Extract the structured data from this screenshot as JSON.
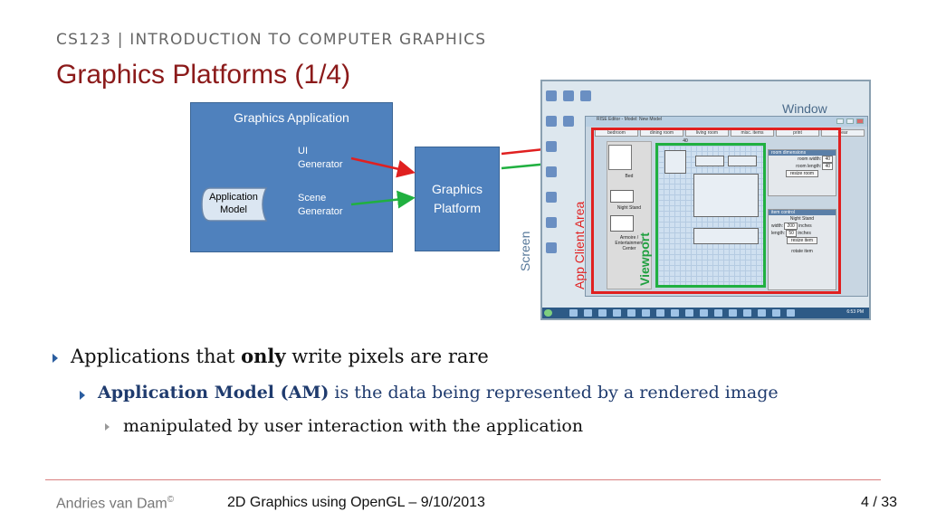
{
  "header": {
    "course": "CS123 | INTRODUCTION TO COMPUTER GRAPHICS",
    "title": "Graphics Platforms (1/4)"
  },
  "diagram": {
    "app_title": "Graphics Application",
    "ui_generator": [
      "UI",
      "Generator"
    ],
    "scene_generator": [
      "Scene",
      "Generator"
    ],
    "app_model": [
      "Application",
      "Model"
    ],
    "platform": [
      "Graphics",
      "Platform"
    ],
    "colors": {
      "box": "#4f81bd",
      "red_arrow": "#e02020",
      "green_arrow": "#20b040"
    }
  },
  "screenshot": {
    "screen_label": "Screen",
    "window_label": "Window",
    "client_area_label": "App Client Area",
    "viewport_label": "Viewport",
    "window_title": "RISE Editor - Model: New Model",
    "menu": [
      "bedroom",
      "dining room",
      "living room",
      "misc. items",
      "print",
      "clear"
    ],
    "viewport_top_label": "40",
    "left_panel": [
      "Bed",
      "Night Stand",
      "Armoire / Entertainment Center"
    ],
    "room_dimensions": {
      "header": "room dimensions",
      "width_label": "room width:",
      "width_value": "40",
      "length_label": "room length:",
      "length_value": "40",
      "button": "resize room"
    },
    "item_control": {
      "header": "item control",
      "item_name": "Night Stand",
      "width_label": "width:",
      "width_value": "200",
      "length_label": "length:",
      "length_value": "50",
      "unit": "inches",
      "button": "resize item",
      "rotate": "rotate item"
    },
    "clock": "6:53 PM"
  },
  "bullets": {
    "b1_pre": "Applications that ",
    "b1_bold": "only",
    "b1_post": " write pixels are rare",
    "b2_bold": "Application Model (AM)",
    "b2_post": " is the data being represented by a rendered image",
    "b3": "manipulated by user interaction with the application"
  },
  "footer": {
    "author": "Andries van Dam",
    "copyright": "©",
    "subtitle": "2D Graphics using OpenGL – 9/10/2013",
    "page": "4",
    "total": "/ 33"
  }
}
